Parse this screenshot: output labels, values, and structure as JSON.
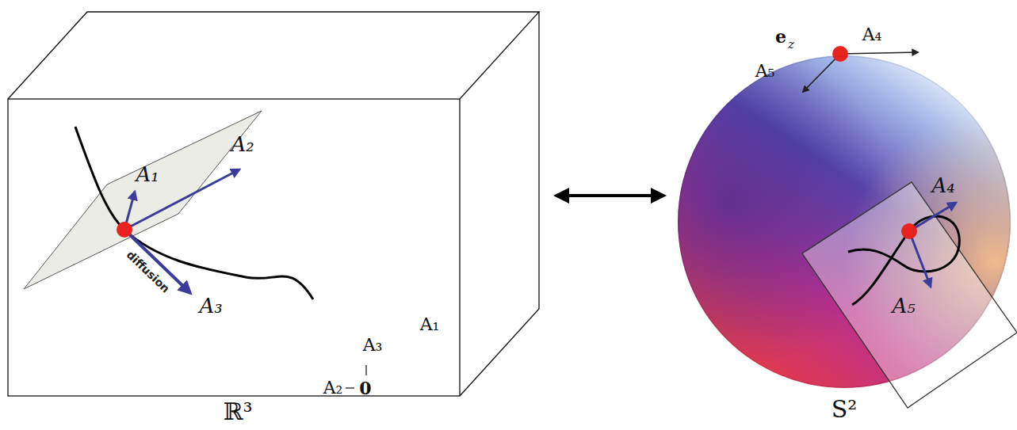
{
  "diagram": {
    "nodes": [
      {
        "text": [
          "ℝ³"
        ]
      },
      {
        "text": [
          "S²"
        ]
      }
    ],
    "edges": [
      {
        "from": 0,
        "to": 1,
        "arrow": "both"
      }
    ],
    "labels": [
      "A₁",
      "A₂",
      "A₃",
      "diffusion",
      "A₃",
      "A₂",
      "0",
      "A₁",
      "e",
      "z",
      "A₄",
      "A₅",
      "A₄",
      "A₅"
    ]
  }
}
